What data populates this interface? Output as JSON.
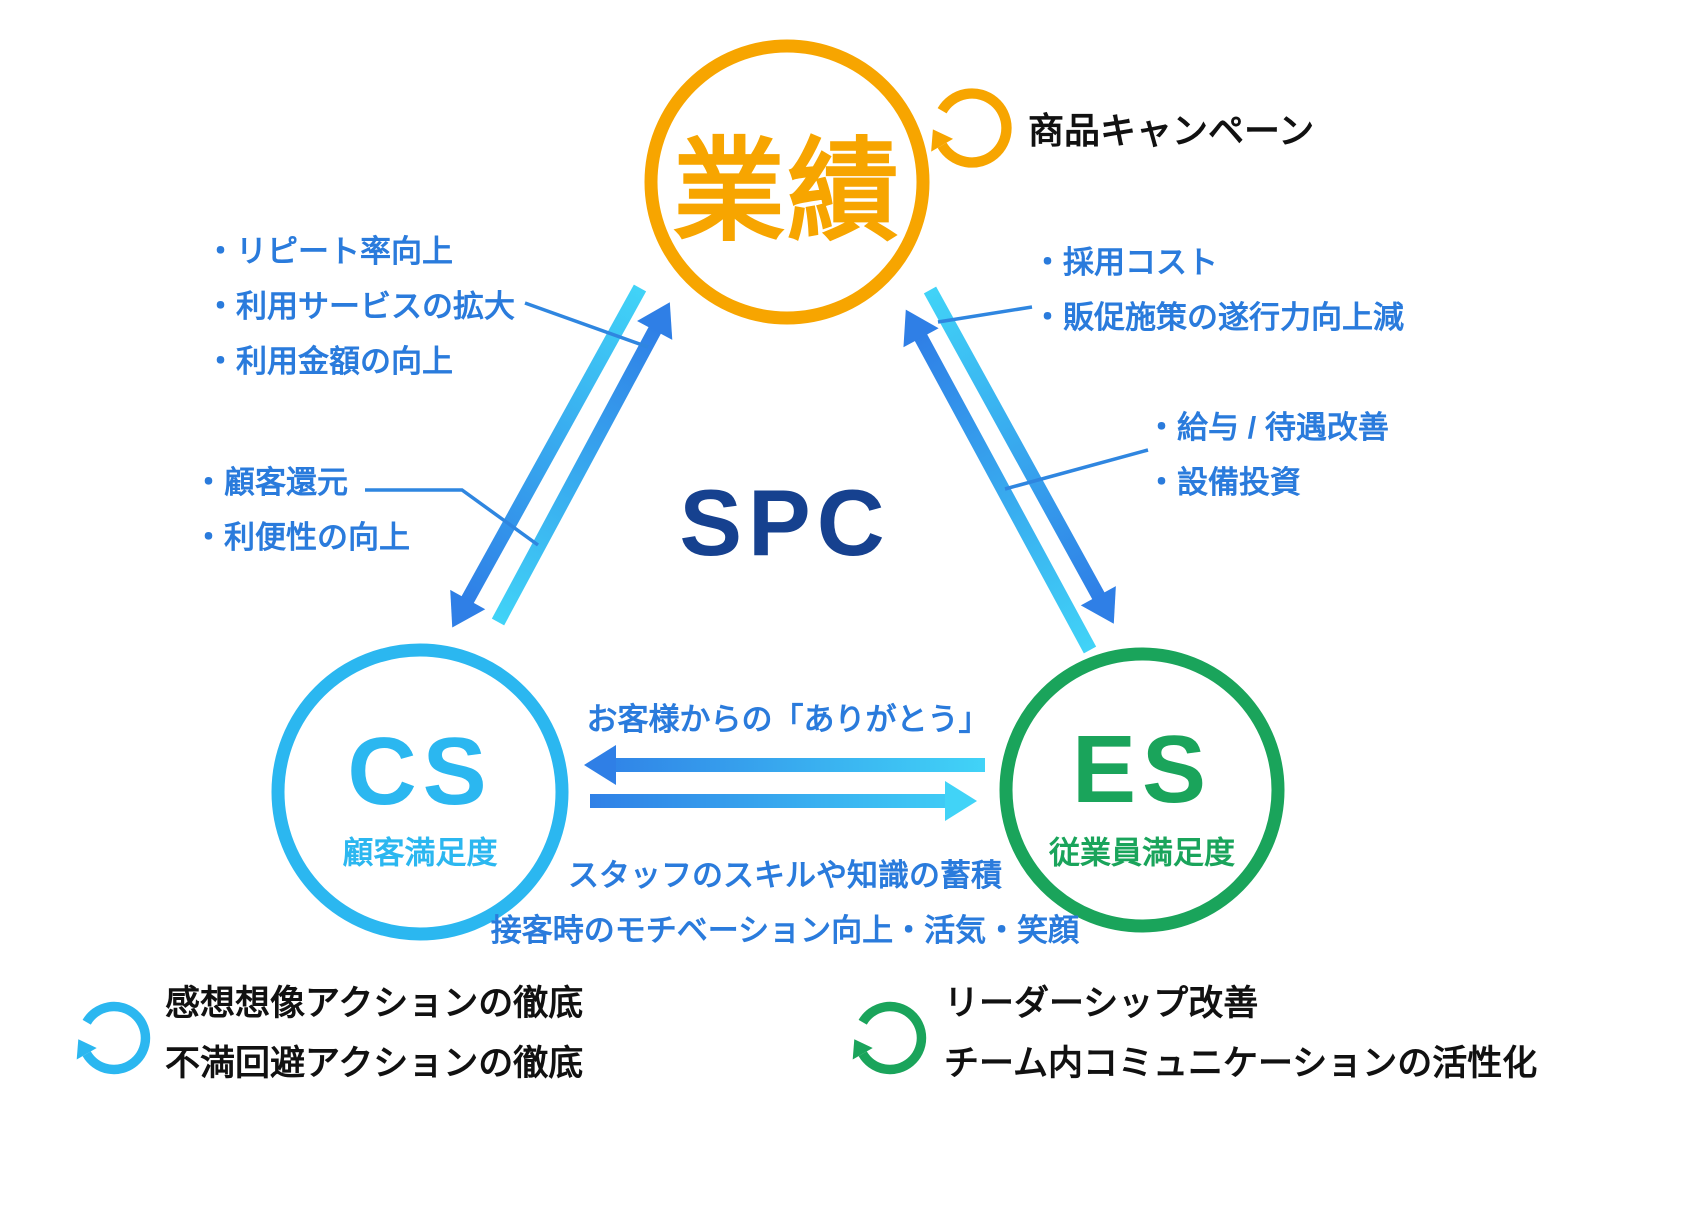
{
  "colors": {
    "performance_orange": "#F7A500",
    "cs_cyan": "#2BB7F0",
    "es_green": "#1AA45B",
    "spc_navy": "#16418F",
    "annotation_blue": "#2A7BDC",
    "arrow_blue": "#2F7FE6",
    "arrow_cyan": "#41D3F7",
    "text_black": "#111111"
  },
  "diagram": {
    "center_title": "SPC",
    "nodes": {
      "performance": {
        "label": "業績",
        "color": "#F7A500"
      },
      "cs": {
        "label": "CS",
        "sublabel": "顧客満足度",
        "color": "#2BB7F0"
      },
      "es": {
        "label": "ES",
        "sublabel": "従業員満足度",
        "color": "#1AA45B"
      }
    },
    "annotations": {
      "performance_loop": "商品キャンペーン",
      "cs_to_performance": [
        "・リピート率向上",
        "・利用サービスの拡大",
        "・利用金額の向上"
      ],
      "performance_to_cs": [
        "・顧客還元",
        "・利便性の向上"
      ],
      "es_to_performance": [
        "・採用コスト",
        "・販促施策の遂行力向上減"
      ],
      "performance_to_es": [
        "・給与 / 待遇改善",
        "・設備投資"
      ],
      "es_to_cs_label": "お客様からの「ありがとう」",
      "cs_to_es_label1": "スタッフのスキルや知識の蓄積",
      "cs_to_es_label2": "接客時のモチベーション向上・活気・笑顔",
      "cs_loop": [
        "感想想像アクションの徹底",
        "不満回避アクションの徹底"
      ],
      "es_loop": [
        "リーダーシップ改善",
        "チーム内コミュニケーションの活性化"
      ]
    },
    "icons": {
      "performance_cycle": "refresh-cycle-icon",
      "cs_cycle": "refresh-cycle-icon",
      "es_cycle": "refresh-cycle-icon"
    }
  }
}
